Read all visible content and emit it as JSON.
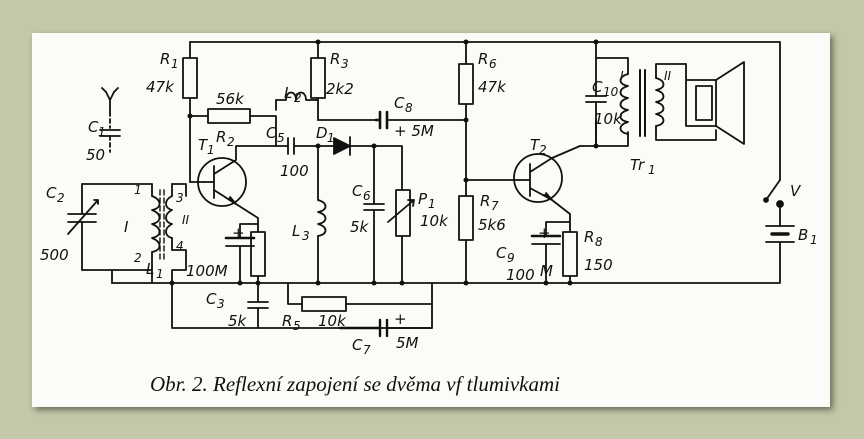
{
  "labels": {
    "C1": "C",
    "C1_sub": "1",
    "C1_val": "50",
    "C2": "C",
    "C2_sub": "2",
    "C2_val": "500",
    "L1": "L",
    "L1_sub": "1",
    "R1": "R",
    "R1_sub": "1",
    "R1_val": "47k",
    "R2": "R",
    "R2_sub": "2",
    "R2_val": "56k",
    "T1": "T",
    "T1_sub": "1",
    "L2": "L",
    "L2_sub": "2",
    "R3": "R",
    "R3_sub": "3",
    "R3_val": "2k2",
    "C5": "C",
    "C5_sub": "5",
    "C5_val": "100",
    "D1": "D",
    "D1_sub": "1",
    "C8": "C",
    "C8_sub": "8",
    "C8_val": "+ 5M",
    "C6": "C",
    "C6_sub": "6",
    "C6_val": "5k",
    "P1": "P",
    "P1_sub": "1",
    "P1_val": "10k",
    "L3": "L",
    "L3_sub": "3",
    "C4_val": "100M",
    "C3": "C",
    "C3_sub": "3",
    "C3_val": "5k",
    "R5": "R",
    "R5_sub": "5",
    "R5_val": "10k",
    "C7": "C",
    "C7_sub": "7",
    "C7_val": "5M",
    "R6": "R",
    "R6_sub": "6",
    "R6_val": "47k",
    "R7": "R",
    "R7_sub": "7",
    "R7_val": "5k6",
    "T2": "T",
    "T2_sub": "2",
    "C9": "C",
    "C9_sub": "9",
    "C9_val": "100",
    "C9_M": "M",
    "R8": "R",
    "R8_sub": "8",
    "R8_val": "150",
    "C10": "C",
    "C10_sub": "10",
    "C10_val": "10k",
    "Tr1": "Tr",
    "Tr1_sub": "1",
    "V": "V",
    "B1": "B",
    "B1_sub": "1",
    "wI": "I",
    "wII": "II",
    "wI2": "I",
    "wII2": "II",
    "p1": "1",
    "p2": "2",
    "p3": "3",
    "p4": "4"
  },
  "caption": "Obr. 2. Reflexní zapojení se dvěma vf tlumivkami"
}
